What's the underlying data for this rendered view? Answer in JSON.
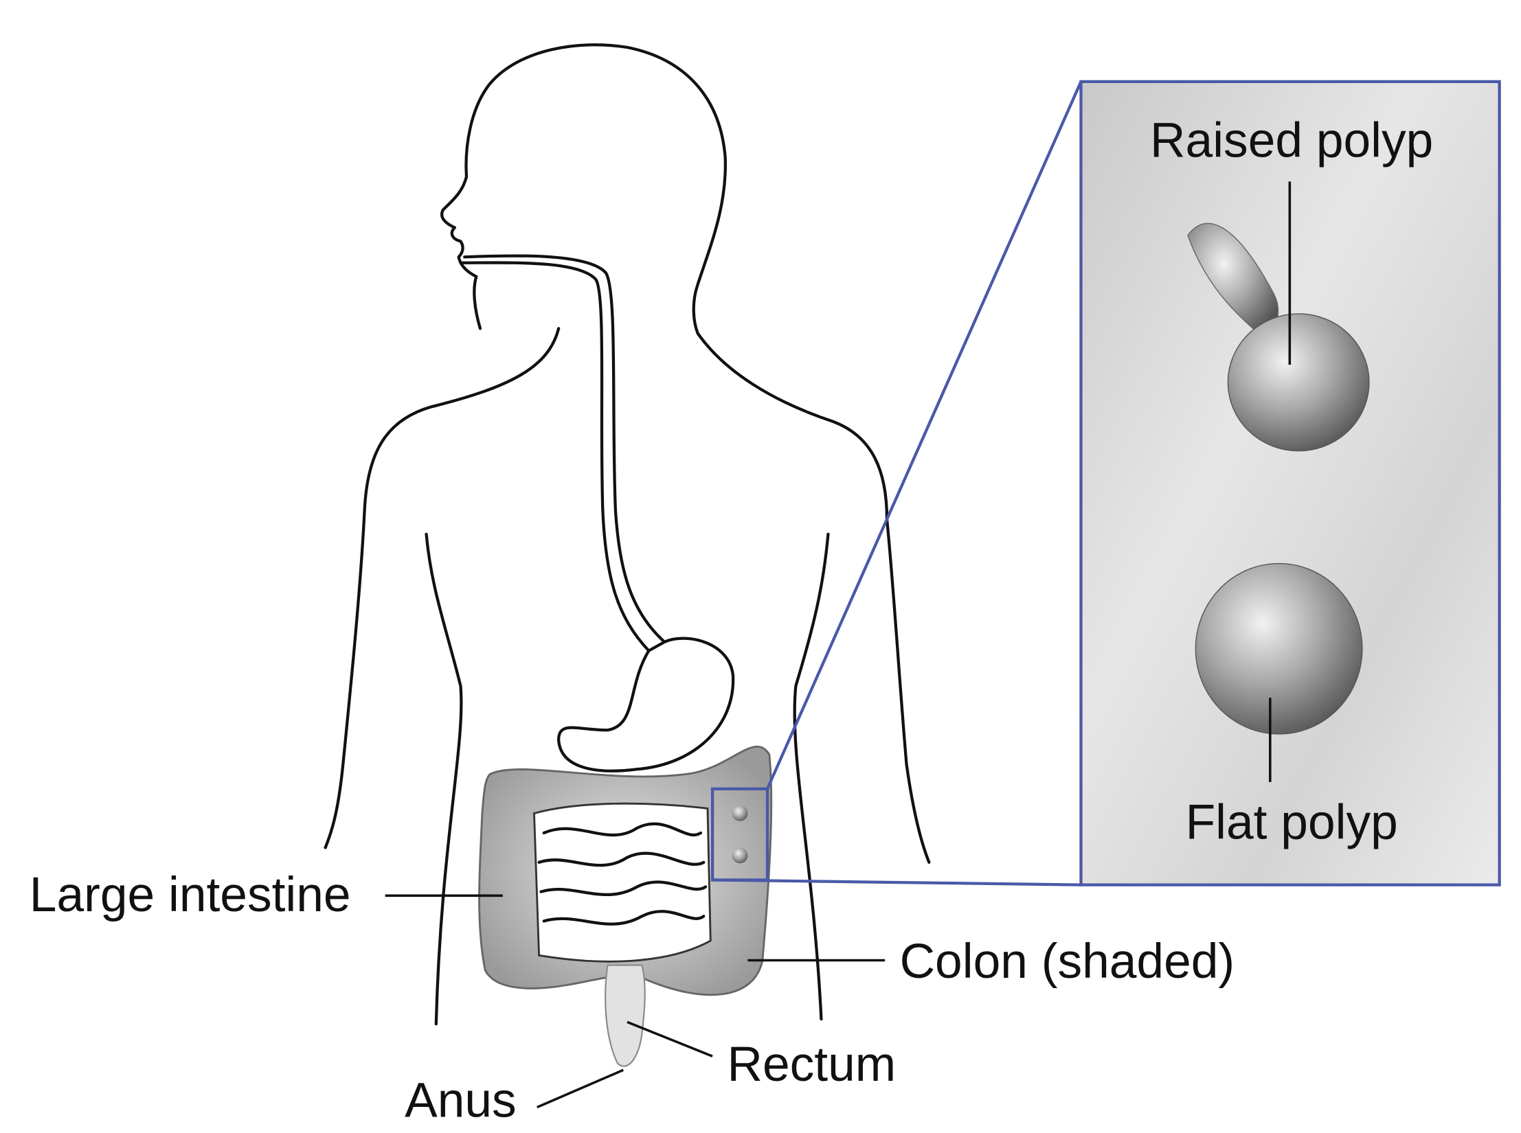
{
  "labels": {
    "raised_polyp": "Raised polyp",
    "flat_polyp": "Flat polyp",
    "large_intestine": "Large intestine",
    "colon": "Colon (shaded)",
    "rectum": "Rectum",
    "anus": "Anus"
  },
  "colors": {
    "inset_border": "#4a59a8",
    "outline": "#111111"
  }
}
